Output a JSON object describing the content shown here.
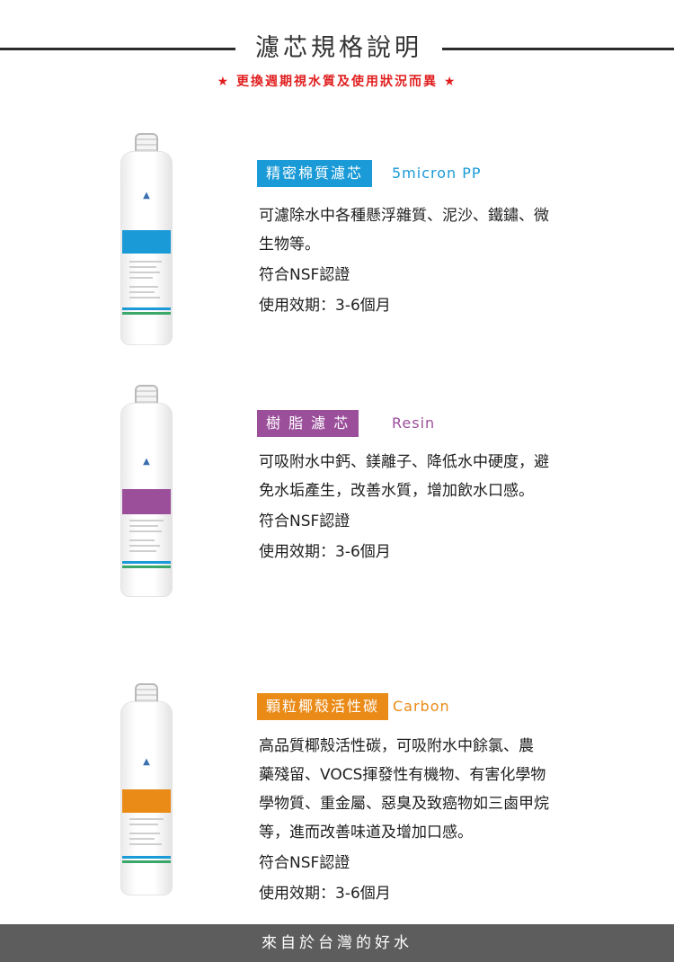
{
  "header": {
    "title": "濾芯規格說明",
    "subtitle": "★ 更換週期視水質及使用狀況而異 ★"
  },
  "products": [
    {
      "tag_label": "精密棉質濾芯",
      "tag_en": "5micron PP",
      "accent": "#1a9ad6",
      "description_lines": [
        "可濾除水中各種懸浮雜質、泥沙、鐵鏽、微",
        "生物等。"
      ],
      "certification": "符合NSF認證",
      "lifetime": "使用效期：3-6個月"
    },
    {
      "tag_label": "樹 脂 濾 芯",
      "tag_en": "Resin",
      "accent": "#9b4f9b",
      "description_lines": [
        "可吸附水中鈣、鎂離子、降低水中硬度，避",
        "免水垢產生，改善水質，增加飲水口感。"
      ],
      "certification": "符合NSF認證",
      "lifetime": "使用效期：3-6個月"
    },
    {
      "tag_label": "顆粒椰殼活性碳",
      "tag_en": "Carbon",
      "accent": "#ea8a17",
      "description_lines": [
        "高品質椰殼活性碳，可吸附水中餘氯、農",
        "藥殘留、VOCS揮發性有機物、有害化學物",
        "學物質、重金屬、惡臭及致癌物如三鹵甲烷",
        "等，進而改善味道及增加口感。"
      ],
      "certification": "符合NSF認證",
      "lifetime": "使用效期：3-6個月"
    }
  ],
  "footer": {
    "slogan": "來自於台灣的好水"
  },
  "icons": {
    "bottle": "filter-cartridge-icon",
    "logo": "brand-logo-icon"
  }
}
